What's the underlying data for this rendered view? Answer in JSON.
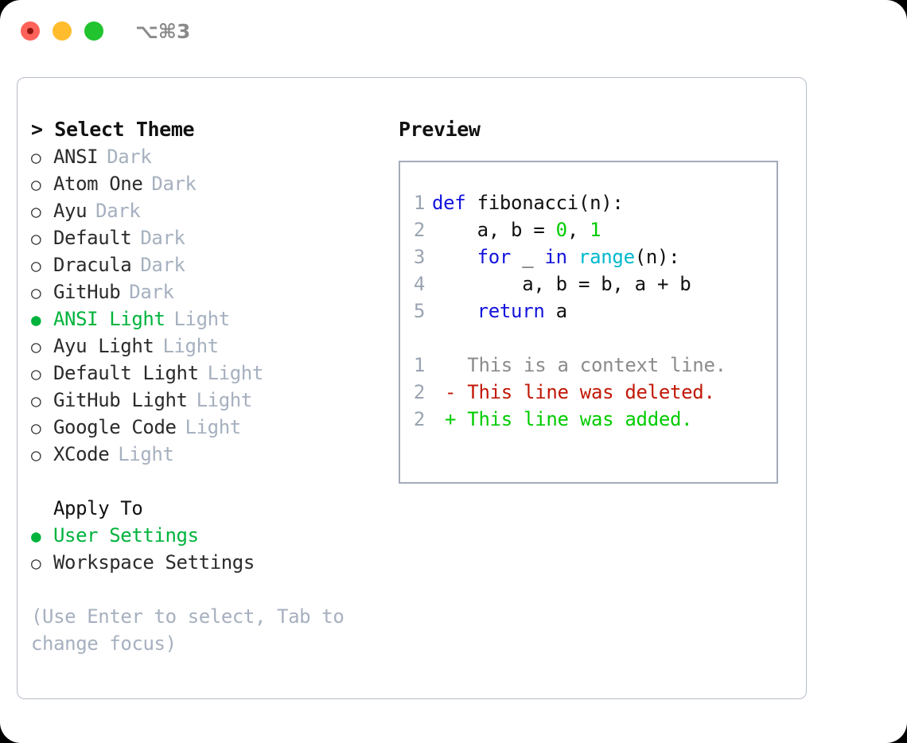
{
  "titlebar": {
    "traffic_lights": [
      "close-red",
      "minimize-yellow",
      "zoom-green"
    ],
    "shortcut": "⌥⌘3"
  },
  "left_panel": {
    "heading": "> Select Theme",
    "themes": [
      {
        "bullet": "○",
        "name": "ANSI",
        "tag": "Dark",
        "selected": false
      },
      {
        "bullet": "○",
        "name": "Atom One",
        "tag": "Dark",
        "selected": false
      },
      {
        "bullet": "○",
        "name": "Ayu",
        "tag": "Dark",
        "selected": false
      },
      {
        "bullet": "○",
        "name": "Default",
        "tag": "Dark",
        "selected": false
      },
      {
        "bullet": "○",
        "name": "Dracula",
        "tag": "Dark",
        "selected": false
      },
      {
        "bullet": "○",
        "name": "GitHub",
        "tag": "Dark",
        "selected": false
      },
      {
        "bullet": "●",
        "name": "ANSI Light",
        "tag": "Light",
        "selected": true
      },
      {
        "bullet": "○",
        "name": "Ayu Light",
        "tag": "Light",
        "selected": false
      },
      {
        "bullet": "○",
        "name": "Default Light",
        "tag": "Light",
        "selected": false
      },
      {
        "bullet": "○",
        "name": "GitHub Light",
        "tag": "Light",
        "selected": false
      },
      {
        "bullet": "○",
        "name": "Google Code",
        "tag": "Light",
        "selected": false
      },
      {
        "bullet": "○",
        "name": "XCode",
        "tag": "Light",
        "selected": false
      }
    ],
    "apply_heading": "Apply To",
    "apply_options": [
      {
        "bullet": "●",
        "name": "User Settings",
        "selected": true
      },
      {
        "bullet": "○",
        "name": "Workspace Settings",
        "selected": false
      }
    ],
    "hint": "(Use Enter to select, Tab to change focus)"
  },
  "right_panel": {
    "title": "Preview",
    "code_lines": [
      {
        "no": "1",
        "tokens": [
          {
            "t": "def ",
            "c": "kw"
          },
          {
            "t": "fibonacci(n):",
            "c": "plain"
          }
        ]
      },
      {
        "no": "2",
        "tokens": [
          {
            "t": "    a, b = ",
            "c": "plain"
          },
          {
            "t": "0",
            "c": "num"
          },
          {
            "t": ", ",
            "c": "plain"
          },
          {
            "t": "1",
            "c": "num"
          }
        ]
      },
      {
        "no": "3",
        "tokens": [
          {
            "t": "    ",
            "c": "plain"
          },
          {
            "t": "for",
            "c": "kw"
          },
          {
            "t": " _ ",
            "c": "plain"
          },
          {
            "t": "in",
            "c": "kw"
          },
          {
            "t": " ",
            "c": "plain"
          },
          {
            "t": "range",
            "c": "fn"
          },
          {
            "t": "(n):",
            "c": "plain"
          }
        ]
      },
      {
        "no": "4",
        "tokens": [
          {
            "t": "        a, b = b, a + b",
            "c": "plain"
          }
        ]
      },
      {
        "no": "5",
        "tokens": [
          {
            "t": "    ",
            "c": "plain"
          },
          {
            "t": "return",
            "c": "kw"
          },
          {
            "t": " a",
            "c": "plain"
          }
        ]
      }
    ],
    "diff_lines": [
      {
        "no": "1",
        "marker": " ",
        "text": " This is a context line.",
        "kind": "ctx"
      },
      {
        "no": "2",
        "marker": "-",
        "text": " This line was deleted.",
        "kind": "del"
      },
      {
        "no": "2",
        "marker": "+",
        "text": " This line was added.",
        "kind": "add"
      }
    ]
  },
  "colors": {
    "accent_green": "#00b33c",
    "tag_gray": "#a6b0bf",
    "keyword_blue": "#1414dd",
    "function_cyan": "#00b8cc",
    "number_green": "#00cc00",
    "diff_delete_red": "#c21807",
    "diff_add_green": "#00cc00",
    "border_blue_gray": "#a3abb8",
    "panel_border": "#b6bdc9"
  }
}
